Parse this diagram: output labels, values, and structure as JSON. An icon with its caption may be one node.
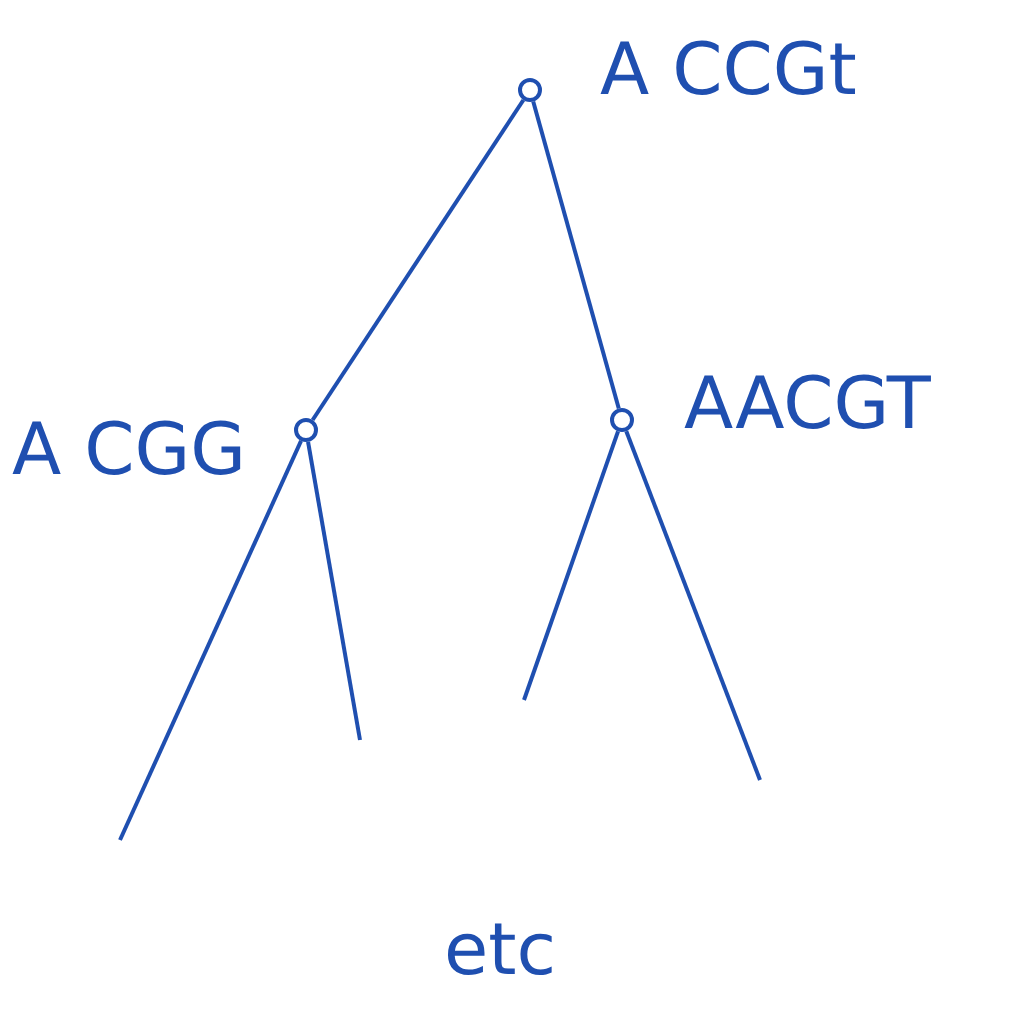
{
  "diagram": {
    "nodes": [
      {
        "text": [],
        "shape": "circle",
        "beside": [
          "A CCGt"
        ]
      },
      {
        "text": [],
        "shape": "circle",
        "beside": [
          "A CGG"
        ]
      },
      {
        "text": [],
        "shape": "circle",
        "beside": [
          "AACGT"
        ]
      }
    ],
    "edges": [
      {
        "from": 0,
        "to": 1,
        "arrow": "none"
      },
      {
        "from": 0,
        "to": 2,
        "arrow": "none"
      },
      {
        "from": 1,
        "to": null,
        "arrow": "none"
      },
      {
        "from": 1,
        "to": null,
        "arrow": "none"
      },
      {
        "from": 2,
        "to": null,
        "arrow": "none"
      },
      {
        "from": 2,
        "to": null,
        "arrow": "none"
      }
    ],
    "labels": [
      "etc"
    ]
  }
}
